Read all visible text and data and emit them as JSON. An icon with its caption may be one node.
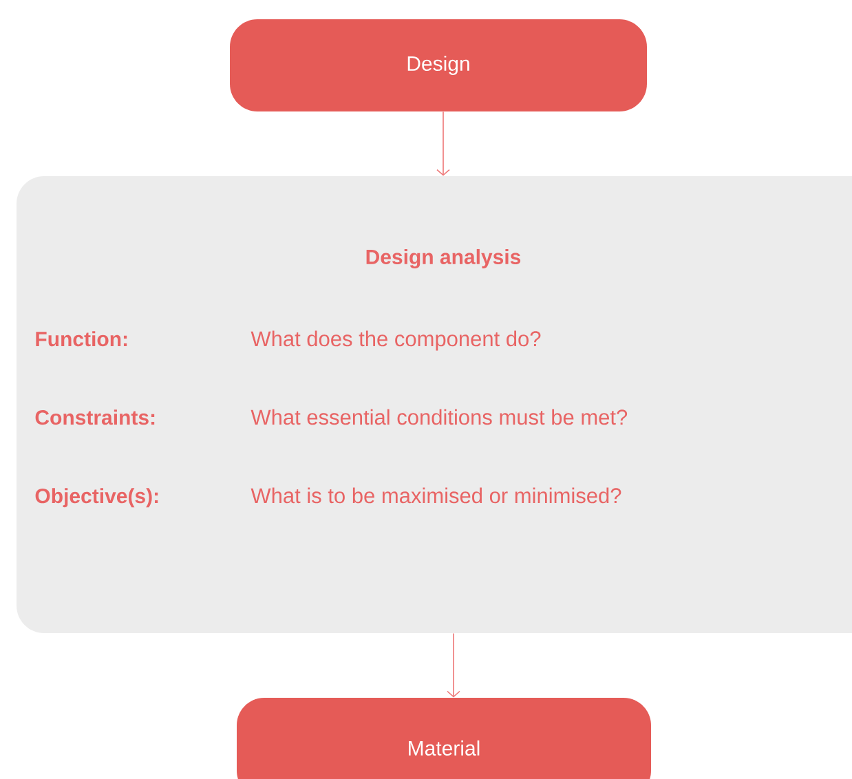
{
  "diagram": {
    "nodes": [
      {
        "text": [
          "Design"
        ]
      },
      {
        "text": [
          "Design analysis",
          "Function:",
          "What does the component do?",
          "Constraints:",
          "What essential conditions must be met?",
          "Objective(s):",
          "What is to be maximised or minimised?"
        ]
      },
      {
        "text": [
          "Material"
        ]
      }
    ],
    "edges": [
      {
        "from": 0,
        "to": 1,
        "arrow": "to"
      },
      {
        "from": 1,
        "to": 2,
        "arrow": "to"
      }
    ]
  }
}
